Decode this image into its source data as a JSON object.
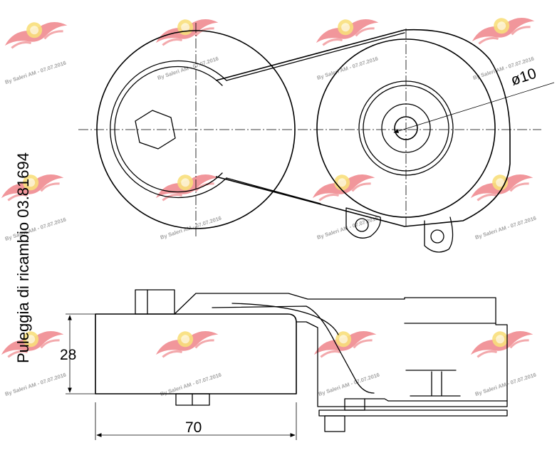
{
  "part_title": "Puleggia di ricambio 03.81694",
  "dimensions": {
    "diameter": "ø10",
    "height": "28",
    "width": "70"
  },
  "watermark": {
    "text": "By Saleri AM - 07.07.2016",
    "logo_color": "#e0202a",
    "logo_accent": "#f2c40f"
  }
}
